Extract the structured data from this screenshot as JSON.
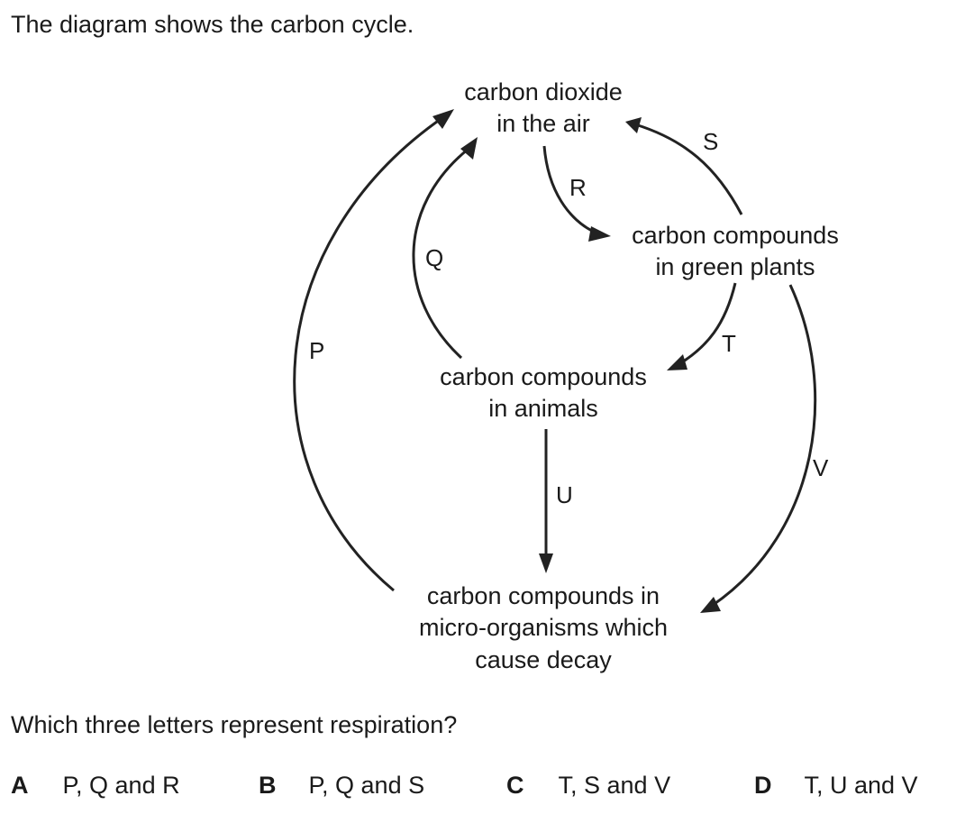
{
  "intro": "The diagram shows the carbon cycle.",
  "diagram": {
    "nodes": {
      "air": [
        "carbon dioxide",
        "in the air"
      ],
      "plants": [
        "carbon compounds",
        "in green plants"
      ],
      "animals": [
        "carbon compounds",
        "in animals"
      ],
      "microbes": [
        "carbon compounds in",
        "micro-organisms which",
        "cause decay"
      ]
    },
    "arrows": {
      "P": "P",
      "Q": "Q",
      "R": "R",
      "S": "S",
      "T": "T",
      "U": "U",
      "V": "V"
    }
  },
  "question": "Which three letters represent respiration?",
  "options": [
    {
      "letter": "A",
      "text": "P, Q and R"
    },
    {
      "letter": "B",
      "text": "P, Q and S"
    },
    {
      "letter": "C",
      "text": "T, S and V"
    },
    {
      "letter": "D",
      "text": "T, U and V"
    }
  ]
}
